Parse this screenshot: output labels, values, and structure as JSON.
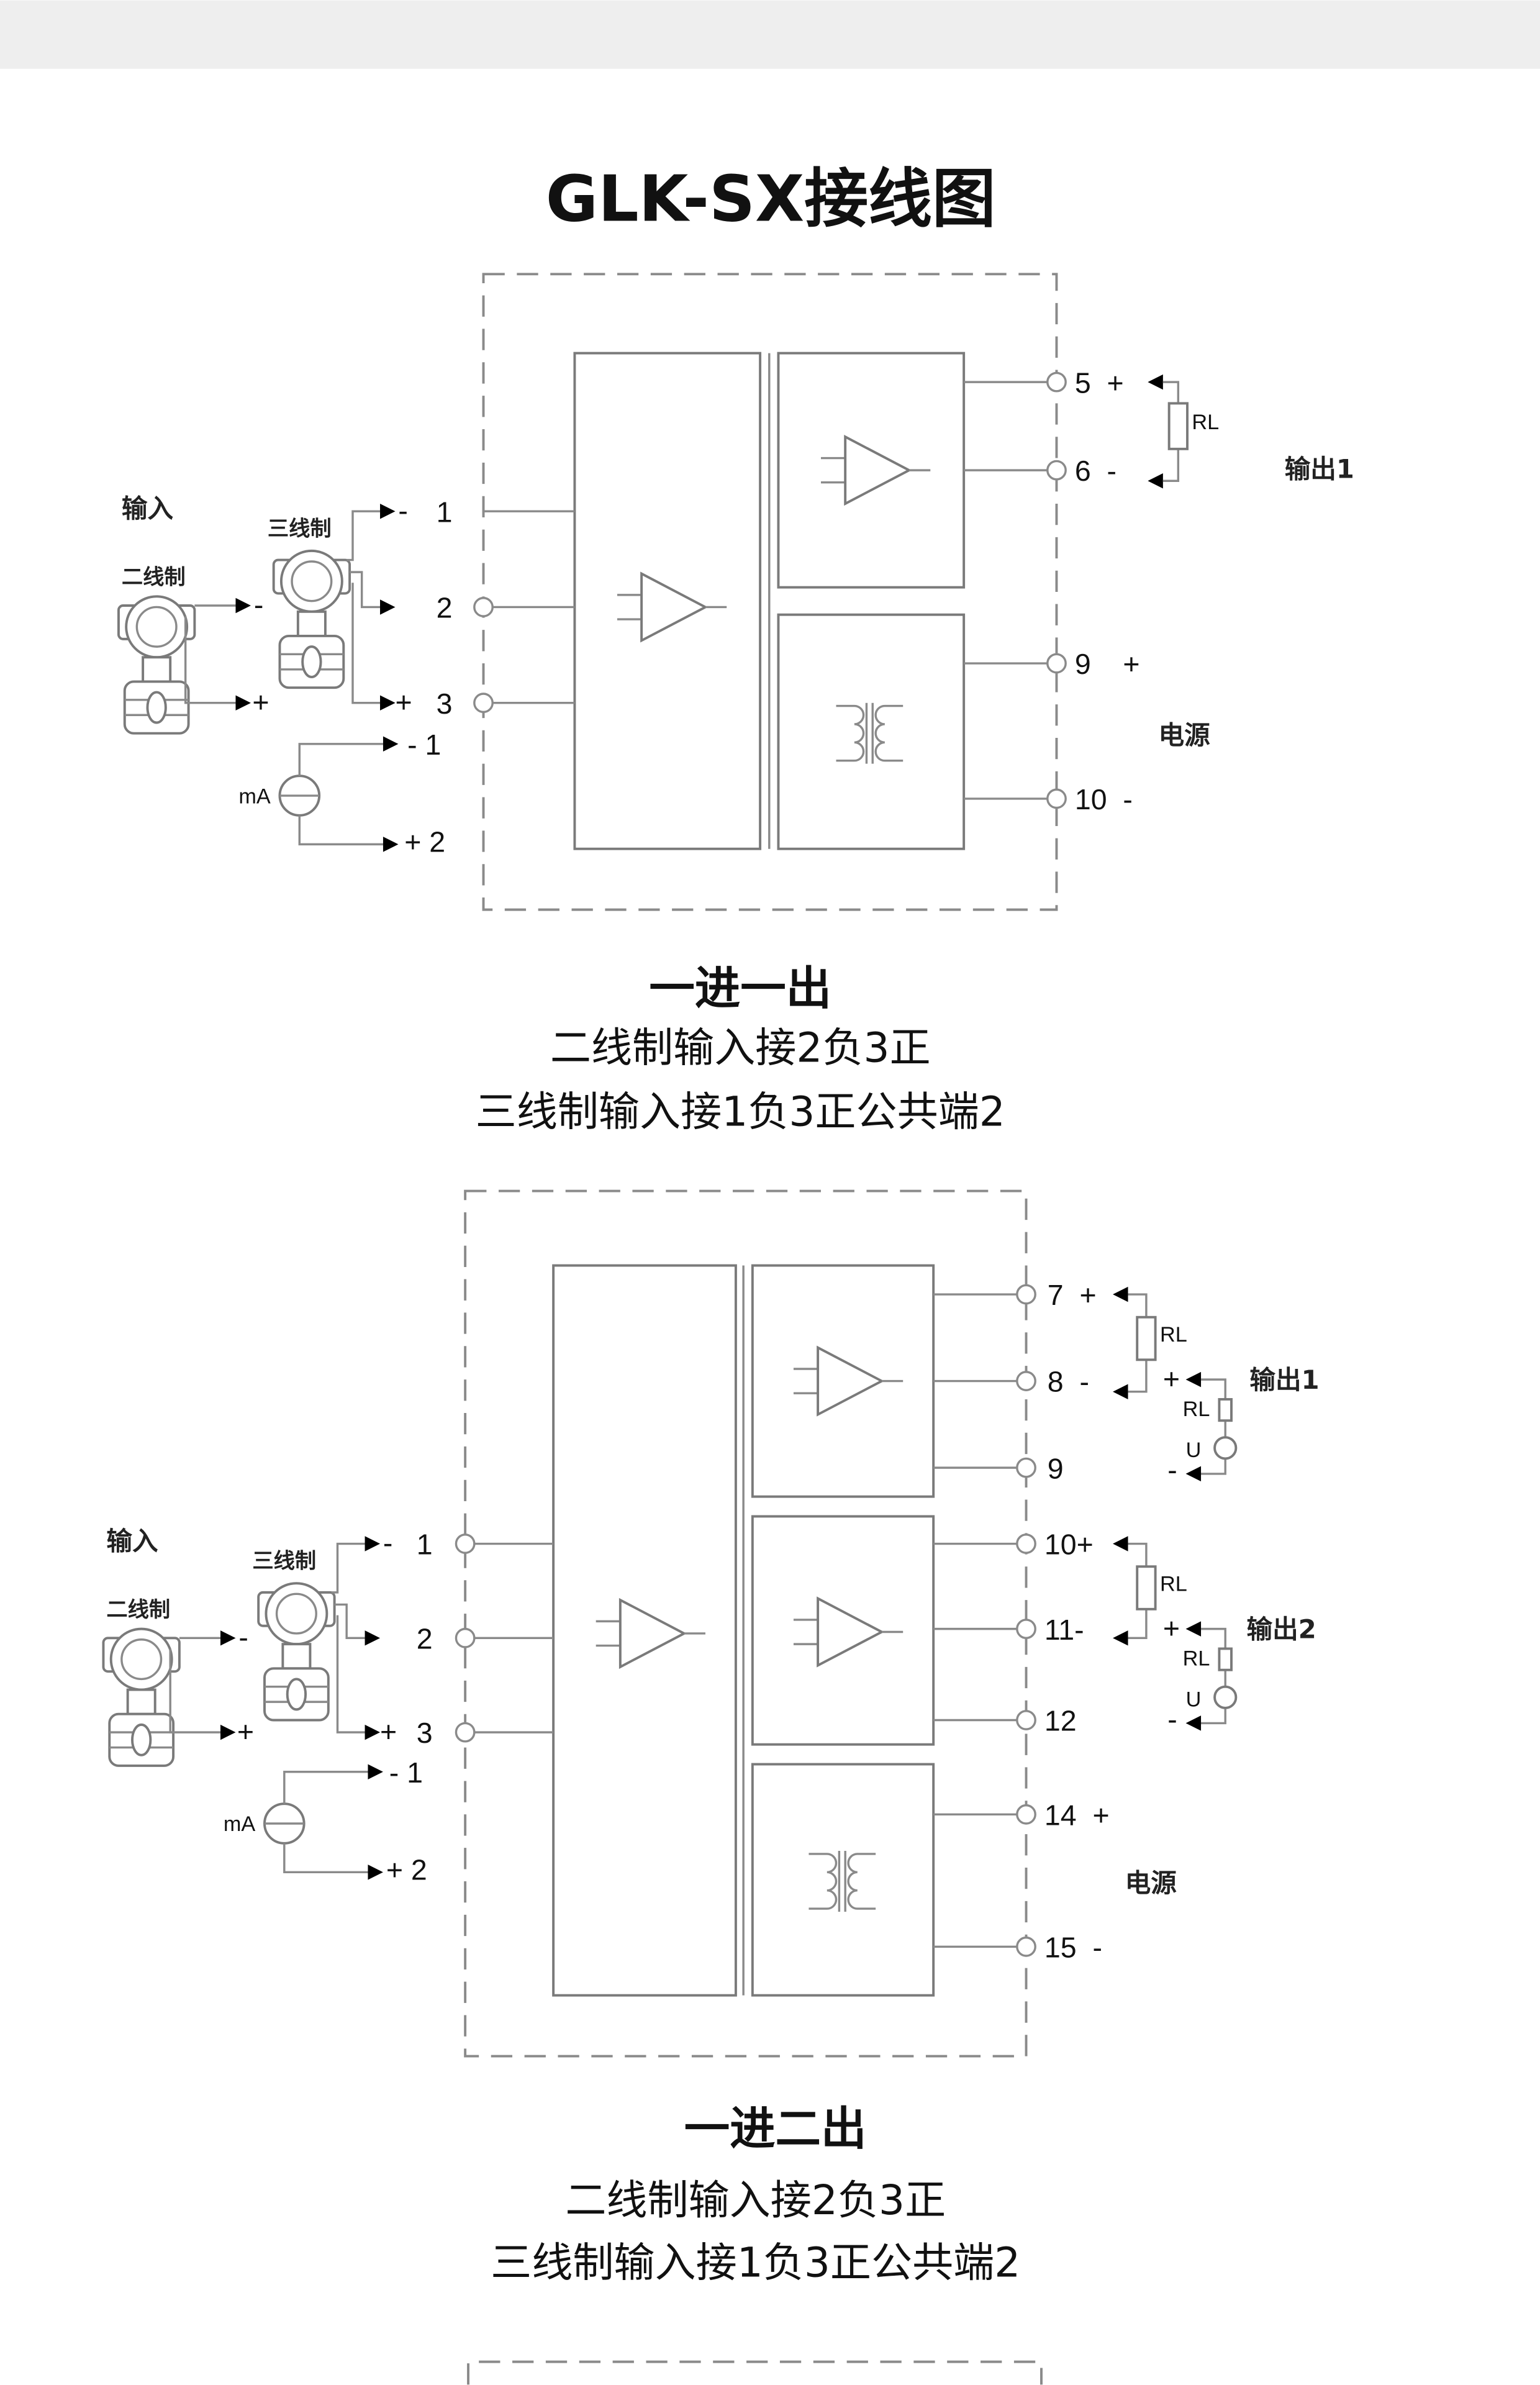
{
  "title": "GLK-SX接线图",
  "colors": {
    "top_band": "#eeeeee",
    "line": "#8a8a8a",
    "text": "#111111"
  },
  "diagrams": [
    {
      "input": {
        "heading": "输入",
        "three_wire": "三线制",
        "two_wire": "二线制",
        "two_wire_minus": "-",
        "two_wire_plus": "+",
        "three_wire_minus": "-",
        "three_wire_plus": "+",
        "term1": "1",
        "term2": "2",
        "term3": "3",
        "ma_label": "mA",
        "ma_minus": "- 1",
        "ma_plus": "+ 2"
      },
      "terminals": [
        "5  +",
        "6  -",
        "9    +",
        "10  -"
      ],
      "load": "RL",
      "output1": "输出1",
      "power": "电源",
      "caption": {
        "title": "一进一出",
        "line1": "二线制输入接2负3正",
        "line2": "三线制输入接1负3正公共端2"
      }
    },
    {
      "input": {
        "heading": "输入",
        "three_wire": "三线制",
        "two_wire": "二线制",
        "two_wire_minus": "-",
        "two_wire_plus": "+",
        "three_wire_minus": "-",
        "three_wire_plus": "+",
        "term1": "1",
        "term2": "2",
        "term3": "3",
        "ma_label": "mA",
        "ma_minus": "- 1",
        "ma_plus": "+ 2"
      },
      "terminals": [
        "7  +",
        "8  -",
        "9",
        "10+",
        "11-",
        "12",
        "14  +",
        "15  -"
      ],
      "load": "RL",
      "voltage": "U",
      "plus": "+",
      "minus": "-",
      "output1": "输出1",
      "output2": "输出2",
      "power": "电源",
      "caption": {
        "title": "一进二出",
        "line1": "二线制输入接2负3正",
        "line2": "三线制输入接1负3正公共端2"
      }
    }
  ]
}
